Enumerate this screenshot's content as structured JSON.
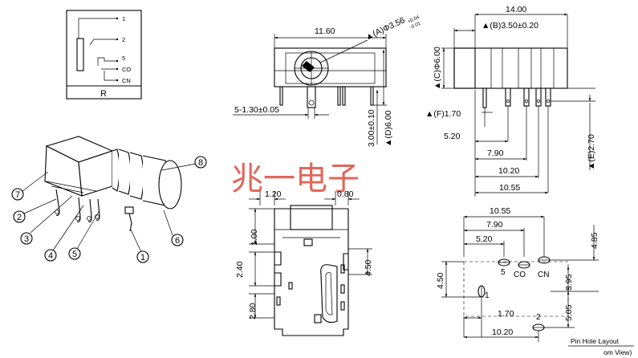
{
  "schematic": {
    "pins": [
      "1",
      "2",
      "5",
      "CO",
      "CN"
    ],
    "label": "R"
  },
  "front_view": {
    "width": "11.60",
    "bore": "▲(A)Φ3.56",
    "bore_tol_upper": "+0.04",
    "bore_tol_lower": "-0.01",
    "pin_spacing": "5-1.30±0.05",
    "pin_len": "3.00±0.10",
    "height_d": "▲(D)6.00"
  },
  "side_view": {
    "length": "14.00",
    "diam_b": "▲(B)3.50±0.20",
    "diam_c": "▲(C)Φ6.00",
    "f": "▲(F)1.70",
    "d520": "5.20",
    "d790": "7.90",
    "d1020": "10.20",
    "d1055": "10.55",
    "e": "▲(E)2.70"
  },
  "brand": "兆一电子",
  "isometric": {
    "callouts": [
      "1",
      "2",
      "3",
      "4",
      "5",
      "6",
      "7",
      "8"
    ]
  },
  "top_view": {
    "d120": "1.20",
    "d080": "0.80",
    "d100": "1.00",
    "d240": "2.40",
    "d450": "4.50",
    "d280": "2.80"
  },
  "pin_layout": {
    "d1055": "10.55",
    "d790": "7.90",
    "d520": "5.20",
    "d485": "4.85",
    "d450": "4.50",
    "d395": "3.95",
    "d170": "1.70",
    "d505": "5.05",
    "d1020": "10.20",
    "pin_labels": [
      "5",
      "CO",
      "CN",
      "1",
      "2"
    ],
    "caption_line1": "Pin Hole Layout",
    "caption_line2": "om View)"
  }
}
